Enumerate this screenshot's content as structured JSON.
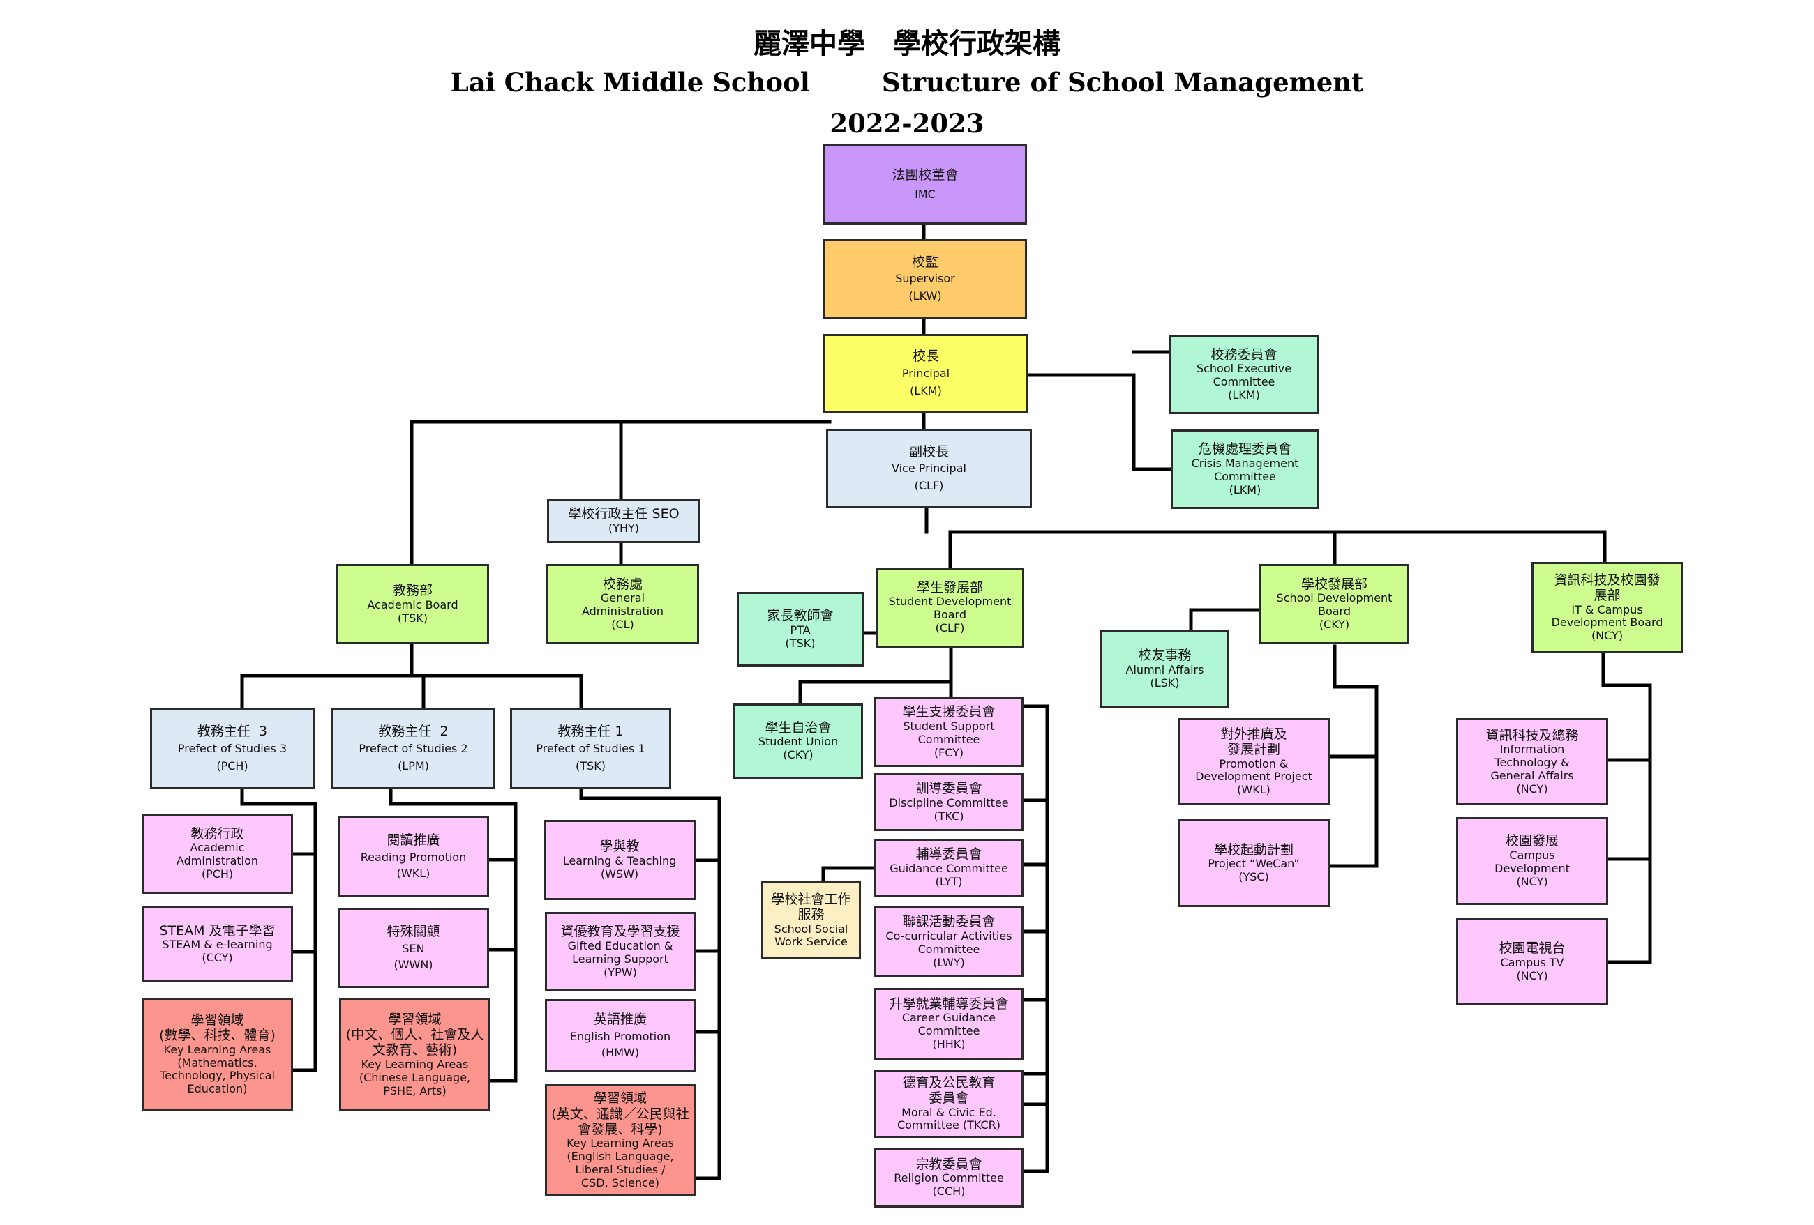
{
  "header": {
    "title_zh": "麗澤中學　學校行政架構",
    "title_en": "Lai Chack Middle School        Structure of School Management",
    "year": "2022-2023"
  },
  "colors": {
    "imc": "#c997f9",
    "supervisor": "#fecb6a",
    "principal": "#fefe67",
    "admin": "#dde9f5",
    "board": "#cefd8f",
    "committee_mint": "#b1f6d5",
    "committee_pink": "#fec8fe",
    "kla": "#fb958e",
    "social_work": "#fdefc4"
  },
  "nodes": {
    "imc": {
      "zh": "法團校董會",
      "en": "IMC"
    },
    "supervisor": {
      "zh": "校監",
      "en": "Supervisor",
      "code": "(LKW)"
    },
    "principal": {
      "zh": "校長",
      "en": "Principal",
      "code": "(LKM)"
    },
    "exec_committee": {
      "zh": "校務委員會",
      "en": "School Executive\nCommittee",
      "code": "(LKM)"
    },
    "crisis_committee": {
      "zh": "危機處理委員會",
      "en": "Crisis Management\nCommittee",
      "code": "(LKM)"
    },
    "vice_principal": {
      "zh": "副校長",
      "en": "Vice Principal",
      "code": "(CLF)"
    },
    "seo": {
      "zh": "學校行政主任 SEO",
      "code": "(YHY)"
    },
    "academic_board": {
      "zh": "教務部",
      "en": "Academic Board",
      "code": "(TSK)"
    },
    "general_admin": {
      "zh": "校務處",
      "en": "General\nAdministration",
      "code": "(CL)"
    },
    "pta": {
      "zh": "家長教師會",
      "en": "PTA",
      "code": "(TSK)"
    },
    "student_dev_board": {
      "zh": "學生發展部",
      "en": "Student Development\nBoard",
      "code": "(CLF)"
    },
    "school_dev_board": {
      "zh": "學校發展部",
      "en": "School Development\nBoard",
      "code": "(CKY)"
    },
    "it_board": {
      "zh": "資訊科技及校園發\n展部",
      "en": "IT & Campus\nDevelopment Board",
      "code": "(NCY)"
    },
    "alumni": {
      "zh": "校友事務",
      "en": "Alumni Affairs",
      "code": "(LSK)"
    },
    "pos3": {
      "zh": "教務主任  3",
      "en": "Prefect of Studies 3",
      "code": "(PCH)"
    },
    "pos2": {
      "zh": "教務主任  2",
      "en": "Prefect of Studies 2",
      "code": "(LPM)"
    },
    "pos1": {
      "zh": "教務主任 1",
      "en": "Prefect of Studies 1",
      "code": "(TSK)"
    },
    "academic_admin": {
      "zh": "教務行政",
      "en": "Academic\nAdministration",
      "code": "(PCH)"
    },
    "steam": {
      "zh": "STEAM 及電子學習",
      "en": "STEAM & e-learning",
      "code": "(CCY)"
    },
    "kla_math": {
      "zh": "學習領域\n(數學、科技、體育)",
      "en": "Key Learning Areas\n(Mathematics,\nTechnology, Physical\nEducation)"
    },
    "reading": {
      "zh": "閱讀推廣",
      "en": "Reading Promotion",
      "code": "(WKL)"
    },
    "sen": {
      "zh": "特殊關顧",
      "en": "SEN",
      "code": "(WWN)"
    },
    "kla_chinese": {
      "zh": "學習領域\n(中文、個人、社會及人\n文教育、藝術)",
      "en": "Key Learning Areas\n(Chinese Language,\nPSHE, Arts)"
    },
    "learning_teaching": {
      "zh": "學與教",
      "en": "Learning & Teaching",
      "code": "(WSW)"
    },
    "gifted": {
      "zh": "資優教育及學習支援",
      "en": "Gifted Education &\nLearning Support",
      "code": "(YPW)"
    },
    "english_promo": {
      "zh": "英語推廣",
      "en": "English Promotion",
      "code": "(HMW)"
    },
    "kla_english": {
      "zh": "學習領域\n(英文、通識／公民與社\n會發展、科學)",
      "en": "Key Learning Areas\n(English Language,\nLiberal Studies /\nCSD, Science)"
    },
    "student_union": {
      "zh": "學生自治會",
      "en": "Student Union",
      "code": "(CKY)"
    },
    "social_work": {
      "zh": "學校社會工作\n服務",
      "en": "School Social\nWork Service"
    },
    "student_support": {
      "zh": "學生支援委員會",
      "en": "Student Support\nCommittee",
      "code": "(FCY)"
    },
    "discipline": {
      "zh": "訓導委員會",
      "en": "Discipline Committee",
      "code": "(TKC)"
    },
    "guidance": {
      "zh": "輔導委員會",
      "en": "Guidance Committee",
      "code": "(LYT)"
    },
    "cca": {
      "zh": "聯課活動委員會",
      "en": "Co-curricular Activities\nCommittee",
      "code": "(LWY)"
    },
    "career": {
      "zh": "升學就業輔導委員會",
      "en": "Career Guidance\nCommittee",
      "code": "(HHK)"
    },
    "moral": {
      "zh": "德育及公民教育\n委員會",
      "en": "Moral & Civic Ed.\nCommittee (TKCR)"
    },
    "religion": {
      "zh": "宗教委員會",
      "en": "Religion Committee",
      "code": "(CCH)"
    },
    "promotion": {
      "zh": "對外推廣及\n發展計劃",
      "en": "Promotion &\nDevelopment Project",
      "code": "(WKL)"
    },
    "wecan": {
      "zh": "學校起動計劃",
      "en": "Project “WeCan”",
      "code": "(YSC)"
    },
    "it_general": {
      "zh": "資訊科技及總務",
      "en": "Information\nTechnology &\nGeneral Affairs",
      "code": "(NCY)"
    },
    "campus_dev": {
      "zh": "校園發展",
      "en": "Campus\nDevelopment",
      "code": "(NCY)"
    },
    "campus_tv": {
      "zh": "校園電視台",
      "en": "Campus TV",
      "code": "(NCY)"
    }
  }
}
